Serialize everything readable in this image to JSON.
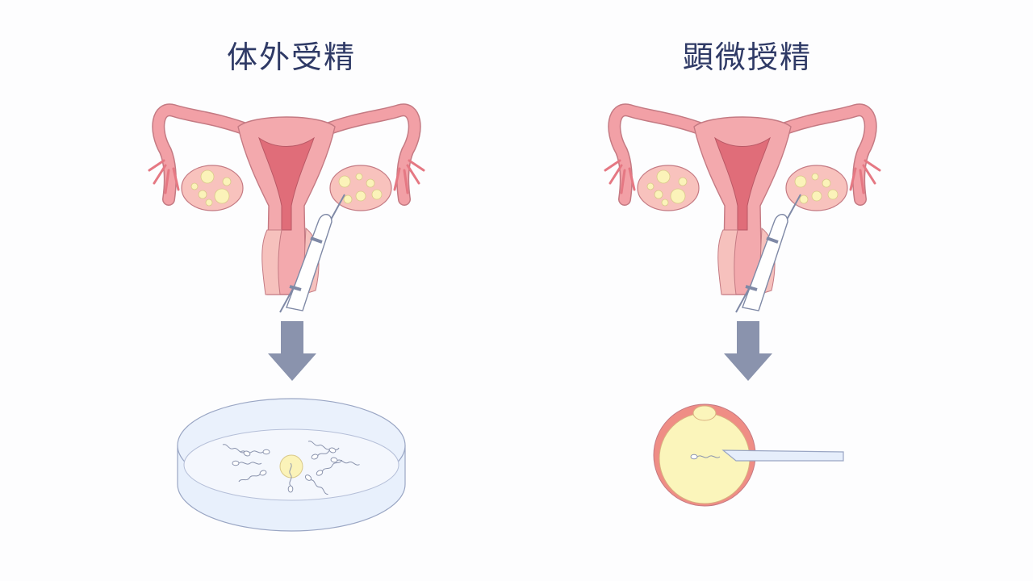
{
  "panels": {
    "left": {
      "title": "体外受精"
    },
    "right": {
      "title": "顕微授精"
    }
  },
  "colors": {
    "title": "#2f3a66",
    "uterus_fill": "#f2a0a6",
    "uterus_stroke": "#c47a83",
    "inner_pink": "#e57883",
    "follicle": "#fbf3b9",
    "arrow": "#8a93ad",
    "dish_fill": "#e6eefb",
    "dish_stroke": "#9aa6c4",
    "egg_ring": "#ef8d85",
    "egg_yolk": "#fbf5bb"
  },
  "icons": [
    "uterus-illustration",
    "needle-icon",
    "down-arrow-icon",
    "petri-dish-icon",
    "sperm-icon",
    "egg-cell-icon",
    "micropipette-icon"
  ]
}
